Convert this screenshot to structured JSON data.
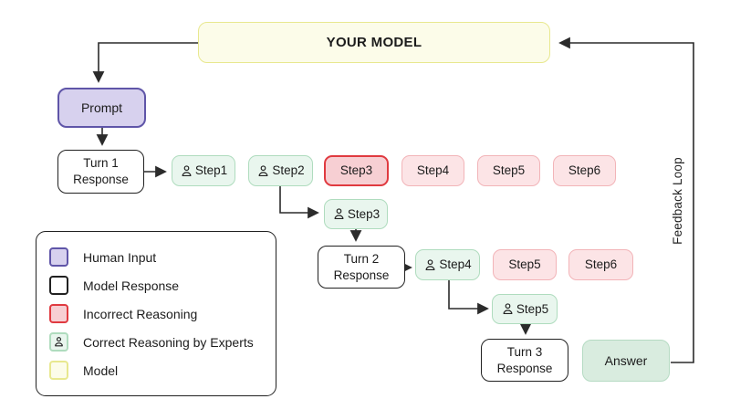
{
  "colors": {
    "human_fill": "#d7d1ee",
    "human_border": "#5f55a8",
    "model_fill": "#fcfce9",
    "model_border": "#e8e88f",
    "resp_fill": "#ffffff",
    "resp_border": "#212121",
    "bad_fill": "#fce4e6",
    "bad_border": "#f2b4b8",
    "bad_active_fill": "#f7cfd3",
    "bad_active_border": "#e03a40",
    "expert_fill": "#e9f6ee",
    "expert_border": "#afdcbe",
    "answer_fill": "#d9ecdf",
    "answer_border": "#b6dbc3",
    "line": "#2b2b2b"
  },
  "nodes": {
    "your_model": {
      "label": "YOUR MODEL"
    },
    "prompt": {
      "label": "Prompt"
    },
    "turn1": {
      "line1": "Turn 1",
      "line2": "Response"
    },
    "row1": [
      {
        "label": "Step1"
      },
      {
        "label": "Step2"
      },
      {
        "label": "Step3"
      },
      {
        "label": "Step4"
      },
      {
        "label": "Step5"
      },
      {
        "label": "Step6"
      }
    ],
    "step3_expert": {
      "label": "Step3"
    },
    "turn2": {
      "line1": "Turn 2",
      "line2": "Response"
    },
    "row2": [
      {
        "label": "Step4"
      },
      {
        "label": "Step5"
      },
      {
        "label": "Step6"
      }
    ],
    "step5_expert": {
      "label": "Step5"
    },
    "turn3": {
      "line1": "Turn 3",
      "line2": "Response"
    },
    "answer": {
      "label": "Answer"
    },
    "feedback": {
      "label": "Feedback Loop"
    }
  },
  "legend": {
    "items": [
      {
        "label": "Human Input"
      },
      {
        "label": "Model Response"
      },
      {
        "label": "Incorrect Reasoning"
      },
      {
        "label": "Correct Reasoning by Experts"
      },
      {
        "label": "Model"
      }
    ]
  }
}
